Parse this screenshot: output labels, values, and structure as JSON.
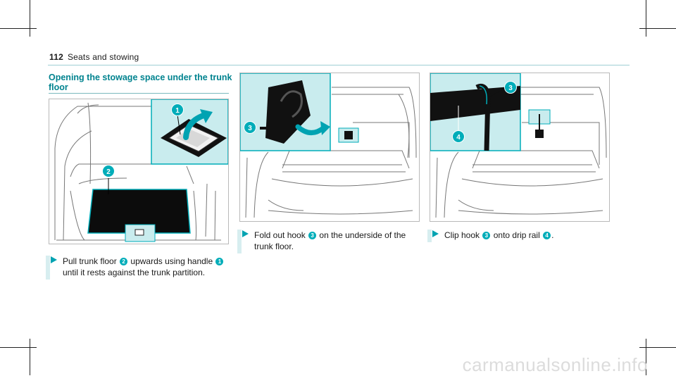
{
  "header": {
    "page_number": "112",
    "section": "Seats and stowing"
  },
  "title": "Opening the stowage space under the trunk floor",
  "figures": {
    "fig1": {
      "callouts": [
        "1",
        "2"
      ]
    },
    "fig2": {
      "callouts": [
        "3"
      ]
    },
    "fig3": {
      "callouts": [
        "3",
        "4"
      ]
    }
  },
  "steps": [
    {
      "line1_a": "Pull trunk floor",
      "n1": "2",
      "line1_b": "upwards using handle",
      "n2": "1",
      "line2": "until it rests against the trunk partition."
    },
    {
      "line1_a": "Fold out hook",
      "n1": "3",
      "line1_b": "on the underside of the",
      "line2": "trunk floor."
    },
    {
      "line1_a": "Clip hook",
      "n1": "3",
      "line1_b": "onto drip rail",
      "n2": "4",
      "line1_c": "."
    }
  ],
  "watermark": "carmanualsonline.info",
  "colors": {
    "accent": "#00adb9",
    "title": "#00838f",
    "highlight": "#c9ecee"
  }
}
